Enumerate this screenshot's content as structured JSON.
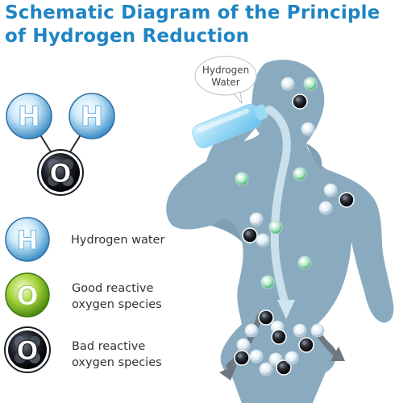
{
  "title": {
    "line1": "Schematic Diagram of the Principle",
    "line2": "of Hydrogen Reduction"
  },
  "molecule": {
    "atoms": [
      "H",
      "H",
      "O"
    ]
  },
  "speech_bubble": {
    "line1": "Hydrogen",
    "line2": "Water"
  },
  "legend": {
    "items": [
      {
        "symbol": "H",
        "line1": "Hydrogen water",
        "line2": "",
        "color": "#bfe3f7"
      },
      {
        "symbol": "O",
        "line1": "Good reactive",
        "line2": "oxygen species",
        "color": "#8cc63f"
      },
      {
        "symbol": "O",
        "line1": "Bad reactive",
        "line2": "oxygen species",
        "color": "#1a1a1a"
      }
    ]
  },
  "colors": {
    "title": "#1f84c3",
    "body": "#8aabbf",
    "arrow_flow": "#cfe6f2",
    "arrow_out": "#6f7780"
  }
}
